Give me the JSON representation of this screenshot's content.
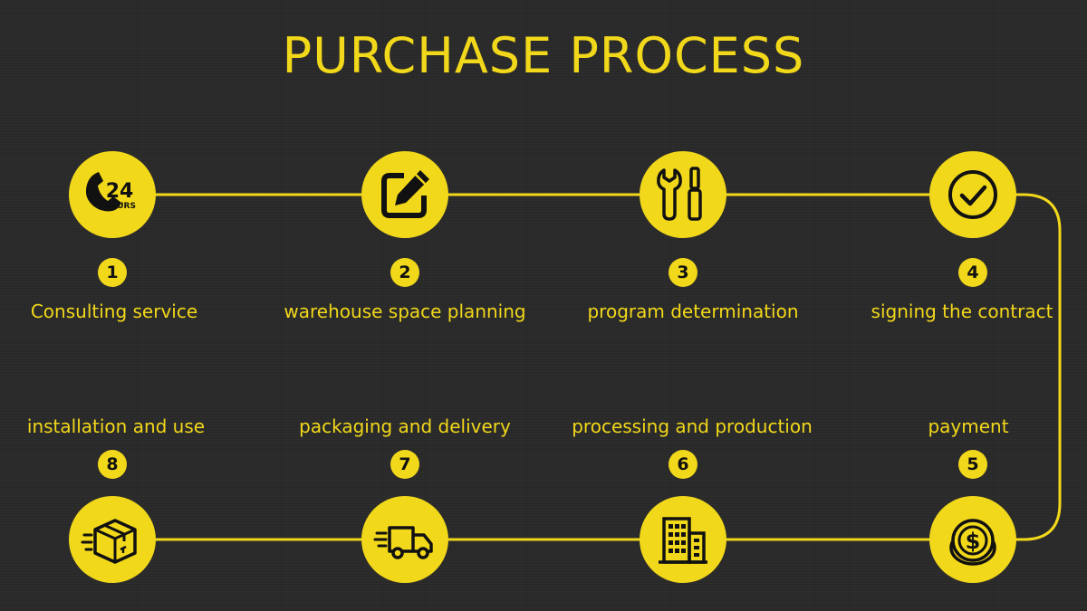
{
  "title": "PURCHASE PROCESS",
  "colors": {
    "accent": "#f2d81a",
    "background": "#2a2a2a",
    "icon_ink": "#111111"
  },
  "steps": [
    {
      "number": "1",
      "label": "Consulting service",
      "icon": "phone-24-hours-icon",
      "icon_text_top": "24",
      "icon_text_bottom": "HOURS"
    },
    {
      "number": "2",
      "label": "warehouse space planning",
      "icon": "edit-note-icon"
    },
    {
      "number": "3",
      "label": "program determination",
      "icon": "tools-icon"
    },
    {
      "number": "4",
      "label": "signing the contract",
      "icon": "check-circle-icon"
    },
    {
      "number": "5",
      "label": "payment",
      "icon": "dollar-coin-icon",
      "icon_text": "$"
    },
    {
      "number": "6",
      "label": "processing and production",
      "icon": "factory-building-icon"
    },
    {
      "number": "7",
      "label": "packaging and delivery",
      "icon": "delivery-truck-icon"
    },
    {
      "number": "8",
      "label": "installation and use",
      "icon": "package-box-icon"
    }
  ]
}
